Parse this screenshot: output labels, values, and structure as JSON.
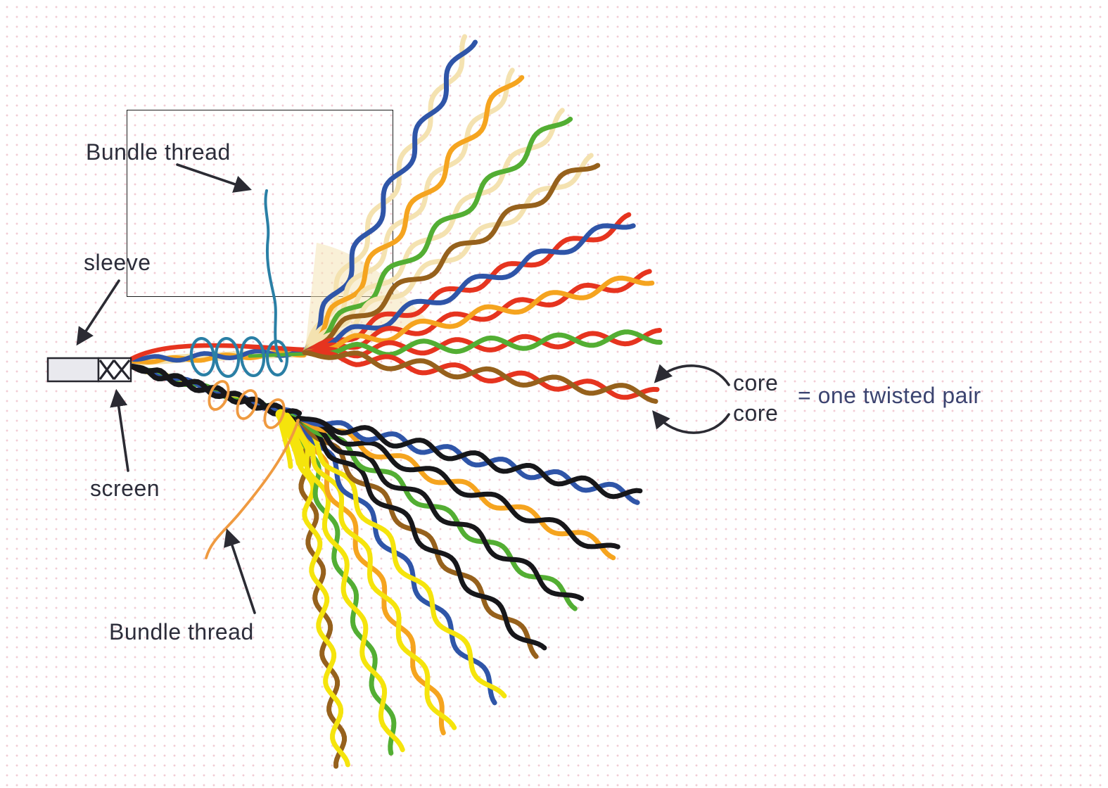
{
  "diagram": {
    "description": "Exploded anatomy of a screened multi-pair cable: sleeve, screen, two bundles of twisted pairs each held by a bundle thread",
    "labels": {
      "bundle_thread_top": "Bundle thread",
      "sleeve": "sleeve",
      "screen": "screen",
      "bundle_thread_bottom": "Bundle thread",
      "core_upper": "core",
      "core_lower": "core",
      "twisted_pair_note": "= one twisted pair"
    },
    "colors": {
      "wire_blue": "#2f55a8",
      "wire_orange": "#f5a41f",
      "wire_green": "#53ae33",
      "wire_brown": "#96611c",
      "wire_red": "#e6341f",
      "wire_cream": "#f4e2b0",
      "wire_yellow": "#f5e40c",
      "wire_black": "#17171a",
      "bundle_thread_upper": "#2a7fa5",
      "bundle_thread_lower": "#ef9a40",
      "sleeve_fill": "#e9e9ee",
      "outline": "#26262e",
      "arrow": "#2b2b33",
      "label_text": "#2c2d3a",
      "note_text": "#3c4470",
      "dot_pattern": "#f2ccd4"
    },
    "upper_bundle": {
      "name": "upper bundle (cream / red mates)",
      "pairs": [
        {
          "wire": "blue",
          "mate": "cream"
        },
        {
          "wire": "orange",
          "mate": "cream"
        },
        {
          "wire": "green",
          "mate": "cream"
        },
        {
          "wire": "brown",
          "mate": "cream"
        },
        {
          "wire": "blue",
          "mate": "red"
        },
        {
          "wire": "orange",
          "mate": "red"
        },
        {
          "wire": "green",
          "mate": "red"
        },
        {
          "wire": "brown",
          "mate": "red"
        }
      ]
    },
    "lower_bundle": {
      "name": "lower bundle (black / yellow mates)",
      "pairs": [
        {
          "wire": "blue",
          "mate": "black"
        },
        {
          "wire": "orange",
          "mate": "black"
        },
        {
          "wire": "green",
          "mate": "black"
        },
        {
          "wire": "brown",
          "mate": "black"
        },
        {
          "wire": "blue",
          "mate": "yellow"
        },
        {
          "wire": "orange",
          "mate": "yellow"
        },
        {
          "wire": "green",
          "mate": "yellow"
        },
        {
          "wire": "brown",
          "mate": "yellow"
        }
      ]
    }
  }
}
